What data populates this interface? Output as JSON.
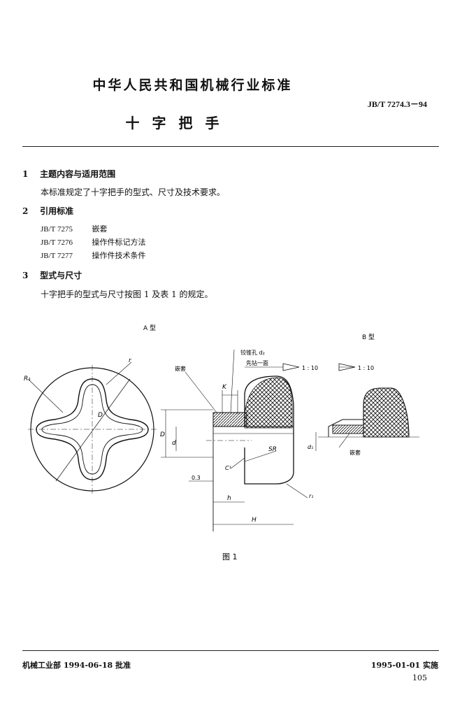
{
  "header": {
    "org": "中华人民共和国机械行业标准",
    "code": "JB/T 7274.3－94",
    "title": "十字把手"
  },
  "sections": [
    {
      "num": "1",
      "heading": "主题内容与适用范围",
      "body": "本标准规定了十字把手的型式、尺寸及技术要求。"
    },
    {
      "num": "2",
      "heading": "引用标准",
      "refs": [
        {
          "code": "JB/T 7275",
          "name": "嵌套"
        },
        {
          "code": "JB/T 7276",
          "name": "操作件标记方法"
        },
        {
          "code": "JB/T 7277",
          "name": "操作件技术条件"
        }
      ]
    },
    {
      "num": "3",
      "heading": "型式与尺寸",
      "body": "十字把手的型式与尺寸按图 1 及表 1 的规定。"
    }
  ],
  "figure": {
    "label_a": "A 型",
    "label_b": "B 型",
    "caption": "图 1",
    "labels": {
      "r1_top": "R₁",
      "r_top": "r",
      "d_center": "D",
      "insert_a": "嵌套",
      "hole": "铰锥孔 d₂",
      "drill": "先钻一面",
      "taper": "1 : 10",
      "taper_b": "1 : 10",
      "k": "K",
      "dim_d_big": "D",
      "dim_d_small": "d",
      "sr": "SR",
      "c1": "C¹",
      "h": "h",
      "h_big": "H",
      "gap": "0.3",
      "r1_side": "r₁",
      "d1": "d₁",
      "insert_b": "嵌套"
    }
  },
  "footer": {
    "approval": "机械工业部 1994-06-18 批准",
    "effective": "1995-01-01 实施",
    "page": "105"
  }
}
